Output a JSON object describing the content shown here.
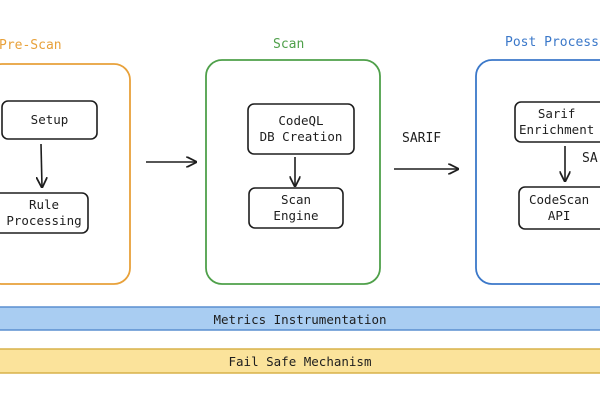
{
  "groups": {
    "prescan": {
      "label": "Pre-Scan",
      "color": "#e8a13a"
    },
    "scan": {
      "label": "Scan",
      "color": "#4fa04a"
    },
    "postprocess": {
      "label": "Post Process",
      "color": "#3b78c9"
    }
  },
  "nodes": {
    "setup": "Setup",
    "rule_processing": "Rule\nProcessing",
    "codeql_db": "CodeQL\nDB Creation",
    "scan_engine": "Scan\nEngine",
    "sarif_enrichment": "Sarif\nEnrichment",
    "codescan_api": "CodeScan\nAPI"
  },
  "edge_labels": {
    "sarif": "SARIF",
    "sa": "SA"
  },
  "bands": {
    "metrics": {
      "label": "Metrics Instrumentation",
      "fill": "#a9cdf2",
      "stroke": "#5a8fd0"
    },
    "failsafe": {
      "label": "Fail Safe Mechanism",
      "fill": "#fbe39b",
      "stroke": "#d8b24a"
    }
  },
  "colors": {
    "ink": "#1e1e1e"
  }
}
